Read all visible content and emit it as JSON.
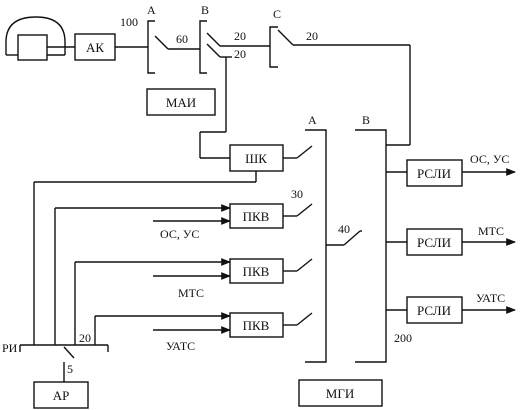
{
  "blocks": {
    "ak": "АК",
    "mai": "МАИ",
    "shk": "ШК",
    "pkv1": "ПКВ",
    "pkv2": "ПКВ",
    "pkv3": "ПКВ",
    "rsli1": "РСЛИ",
    "rsli2": "РСЛИ",
    "rsli3": "РСЛИ",
    "ar": "АР",
    "mgi": "МГИ"
  },
  "labels": {
    "n100": "100",
    "stage_a_top": "А",
    "stage_b_top": "В",
    "stage_c_top": "С",
    "n60": "60",
    "n20_b_upper": "20",
    "n20_b_lower": "20",
    "n20_c": "20",
    "stage_a_mgi": "А",
    "stage_b_mgi": "В",
    "n30": "30",
    "n40": "40",
    "n20_ri": "20",
    "n5": "5",
    "n200": "200",
    "ri": "РИ",
    "in_os_us": "ОС, УС",
    "in_mts": "МТС",
    "in_uats": "УАТС",
    "out_os_us": "ОС, УС",
    "out_mts": "МТС",
    "out_uats": "УАТС"
  }
}
